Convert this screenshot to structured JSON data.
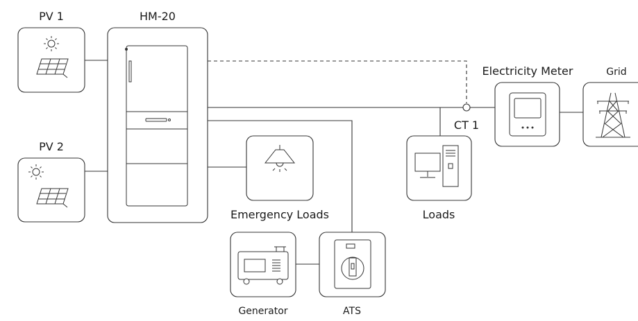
{
  "labels": {
    "pv1": "PV 1",
    "pv2": "PV 2",
    "hm20": "HM-20",
    "electricity_meter": "Electricity Meter",
    "grid": "Grid",
    "ct1": "CT 1",
    "loads": "Loads",
    "emergency_loads": "Emergency Loads",
    "generator": "Generator",
    "ats": "ATS"
  },
  "colors": {
    "line": "#333333",
    "box_border": "#333333",
    "background": "#ffffff"
  },
  "icons": {
    "pv1": [
      "sun-icon",
      "solar-panel-icon"
    ],
    "pv2": [
      "sun-icon",
      "solar-panel-icon"
    ],
    "hm20": "battery-cabinet-icon",
    "electricity_meter": "meter-icon",
    "grid": "transmission-tower-icon",
    "loads": "computer-icon",
    "emergency_loads": "ceiling-lamp-icon",
    "generator": "generator-icon",
    "ats": "switch-icon"
  }
}
